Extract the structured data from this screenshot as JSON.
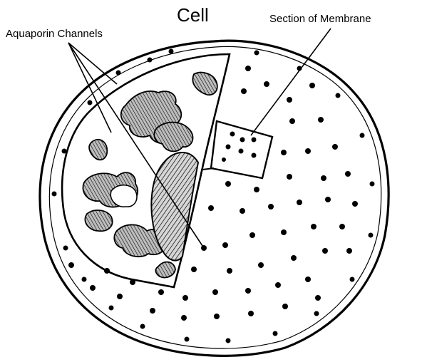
{
  "title": "Cell",
  "labels": {
    "aquaporin": "Aquaporin Channels",
    "membrane_section": "Section of Membrane"
  },
  "colors": {
    "ink": "#000000",
    "organelle_fill": "#cfcfcf",
    "background": "#ffffff"
  }
}
